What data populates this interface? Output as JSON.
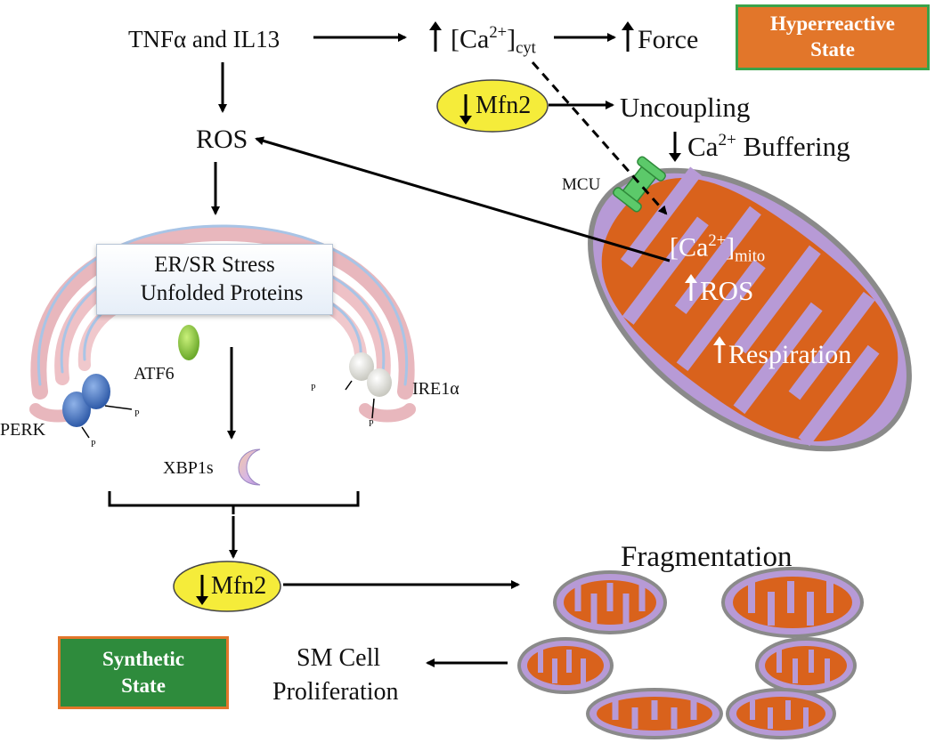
{
  "states": {
    "hyperreactive_line1": "Hyperreactive",
    "hyperreactive_line2": "State",
    "synthetic_line1": "Synthetic",
    "synthetic_line2": "State"
  },
  "top": {
    "stimulus": "TNFα and IL13",
    "ca_cyt_base": "[Ca",
    "ca_sup": "2+",
    "ca_cyt_sub": "cyt",
    "force": "Force"
  },
  "mfn2_top": "Mfn2",
  "uncoupling": "Uncoupling",
  "buffering": {
    "ca": "Ca",
    "sup": "2+",
    "rest": " Buffering"
  },
  "ros": "ROS",
  "mcu": "MCU",
  "mito": {
    "ca_base": "[Ca",
    "ca_sup": "2+",
    "ca_tail": "]",
    "ca_sub": "mito",
    "ros": "ROS",
    "respiration": "Respiration"
  },
  "er": {
    "line1": "ER/SR Stress",
    "line2": "Unfolded Proteins"
  },
  "proteins": {
    "atf6": "ATF6",
    "ire1": "IRE1α",
    "perk": "PERK",
    "p": "P",
    "xbp1s": "XBP1s"
  },
  "mfn2_bottom": "Mfn2",
  "fragmentation": "Fragmentation",
  "proliferation": {
    "line1": "SM Cell",
    "line2": "Proliferation"
  },
  "colors": {
    "orange": "#e2762a",
    "green": "#2e8b3c",
    "yellow": "#f5ec3a",
    "mito_purple": "#b79ad6",
    "mito_orange": "#d9621c"
  }
}
